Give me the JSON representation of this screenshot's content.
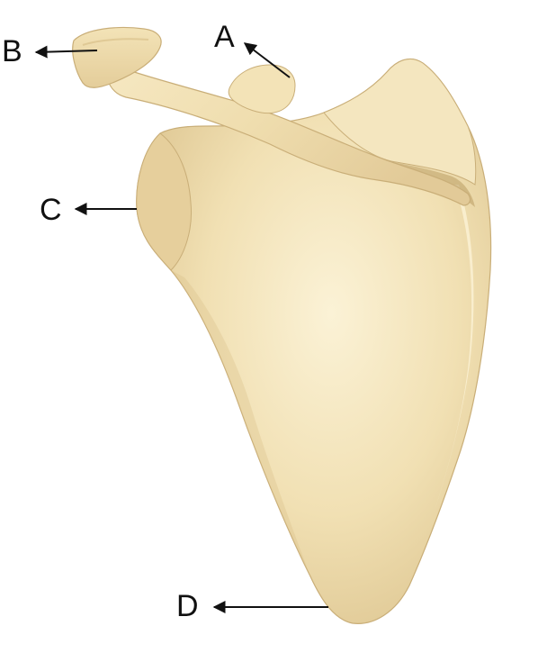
{
  "diagram": {
    "labels": {
      "a": "A",
      "b": "B",
      "c": "C",
      "d": "D"
    },
    "colors": {
      "bone": "#f1e0b3",
      "bone_light": "#fbf2d6",
      "bone_shadow": "#d9c08a",
      "bone_deep": "#b99c62",
      "arrow": "#111111",
      "background": "#ffffff"
    }
  }
}
